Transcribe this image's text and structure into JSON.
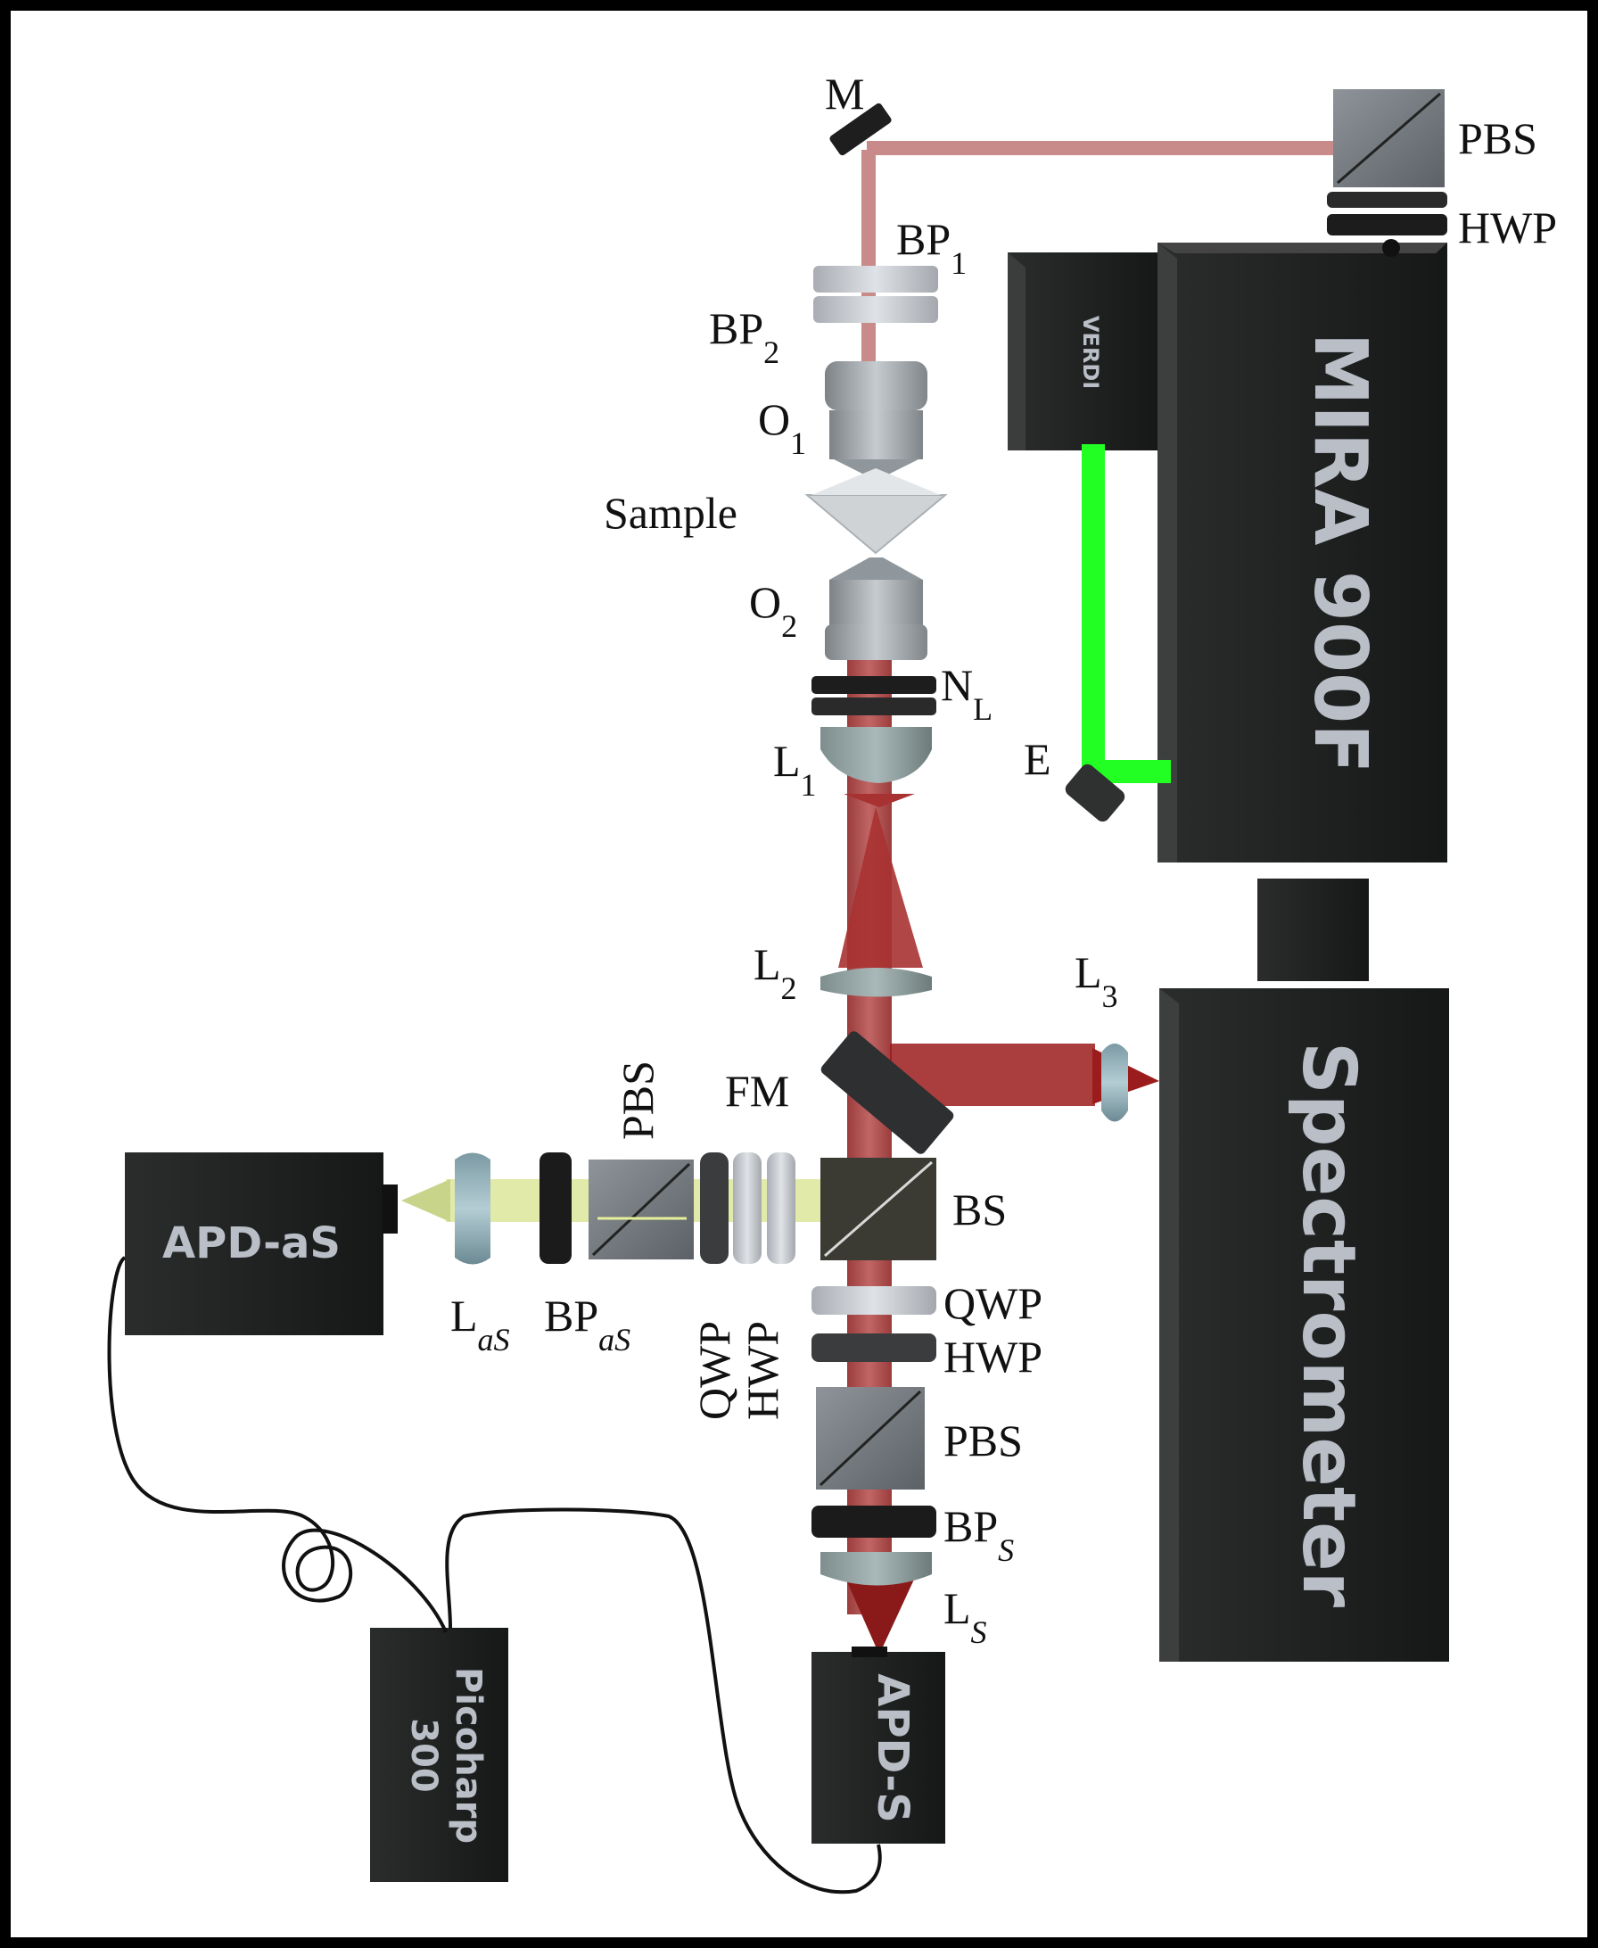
{
  "colors": {
    "background": "#ffffff",
    "frame": "#000000",
    "laser_beam": "#c98a8a",
    "collection_beam": "#9b1c1c",
    "green_pump": "#22ff22",
    "antistokes_beam": "#dfe8a0",
    "device_body": "#1b1b1b"
  },
  "labels": {
    "m": "M",
    "pbs_top": "PBS",
    "hwp_top": "HWP",
    "bp1": "BP",
    "bp1_sub": "1",
    "bp2": "BP",
    "bp2_sub": "2",
    "o1": "O",
    "o1_sub": "1",
    "sample": "Sample",
    "o2": "O",
    "o2_sub": "2",
    "nl": "N",
    "nl_sub": "L",
    "l1": "L",
    "l1_sub": "1",
    "e": "E",
    "l2": "L",
    "l2_sub": "2",
    "l3": "L",
    "l3_sub": "3",
    "fm": "FM",
    "pbs_vert": "PBS",
    "bs": "BS",
    "qwp_right": "QWP",
    "hwp_right": "HWP",
    "pbs_right": "PBS",
    "bps": "BP",
    "bps_sub": "S",
    "ls": "L",
    "ls_sub": "S",
    "las": "L",
    "las_sub": "aS",
    "bpas": "BP",
    "bpas_sub": "aS",
    "qwp_vert": "QWP",
    "hwp_vert": "HWP"
  },
  "devices": {
    "verdi": "VERDI",
    "mira": "MIRA 900F",
    "spectrometer": "Spectrometer",
    "apd_as": "APD-aS",
    "apd_s": "APD-S",
    "picoharp_line1": "Picoharp",
    "picoharp_line2": "300"
  }
}
